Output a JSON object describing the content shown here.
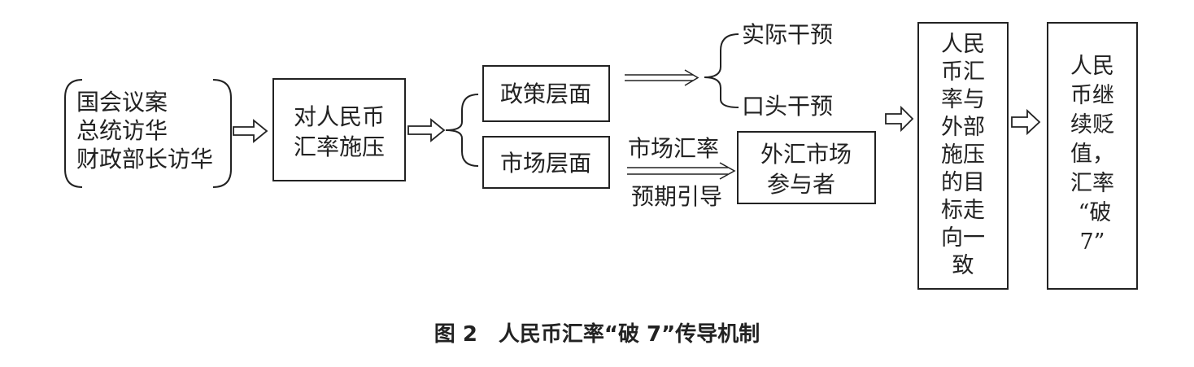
{
  "diagram": {
    "sources": {
      "lines": [
        "国会议案",
        "总统访华",
        "财政部长访华"
      ]
    },
    "pressure_box": {
      "lines": [
        "对人民币",
        "汇率施压"
      ]
    },
    "policy_box": "政策层面",
    "market_box": "市场层面",
    "intervention": {
      "actual": "实际干预",
      "verbal": "口头干预"
    },
    "expectation": {
      "top": "市场汇率",
      "bottom": "预期引导"
    },
    "fx_box": {
      "lines": [
        "外汇市场",
        "参与者"
      ]
    },
    "goal_box": {
      "lines": [
        "人民",
        "币汇",
        "率与",
        "外部",
        "施压",
        "的目",
        "标走",
        "向一",
        "致"
      ]
    },
    "result_box": {
      "lines": [
        "人民",
        "币继",
        "续贬",
        "值，",
        "汇率",
        "“破",
        "7”"
      ]
    }
  },
  "caption": "图 2　人民币汇率“破 7”传导机制"
}
